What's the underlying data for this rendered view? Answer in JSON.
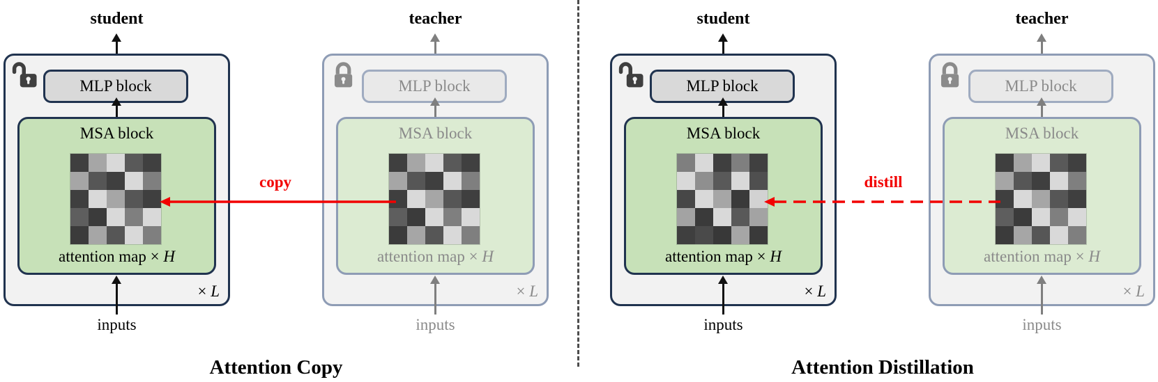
{
  "colors": {
    "student_border": "#20334f",
    "teacher_border": "#8e9cb5",
    "panel_fill": "#f2f2f2",
    "student_mlp_fill": "#d9d9d9",
    "teacher_mlp_fill": "#e9e9e9",
    "teacher_mlp_border": "#9fabc0",
    "student_msa_fill": "#c7e1b8",
    "teacher_msa_fill": "#dcebd2",
    "student_text": "#000000",
    "teacher_text": "#8a8a8a",
    "arrow_black": "#111111",
    "arrow_gray": "#7f7f7f",
    "red": "#f20000",
    "divider": "#4d4d4d",
    "student_lock": "#3f3f3f",
    "teacher_lock": "#8b8b8b"
  },
  "diagrams": [
    {
      "caption": "Attention Copy",
      "transfer_label": "copy",
      "transfer_style": "solid",
      "panels": [
        {
          "role_label": "student",
          "lock_state": "unlocked",
          "mlp_label": "MLP block",
          "msa_label": "MSA block",
          "attention_caption": "attention map × ",
          "heads_symbol": "H",
          "layers_prefix": "× ",
          "layers_symbol": "L",
          "inputs_label": "inputs",
          "attention_map": [
            [
              "#3f3f3f",
              "#a6a6a6",
              "#d9d9d9",
              "#595959",
              "#404040"
            ],
            [
              "#a6a6a6",
              "#565656",
              "#3f3f3f",
              "#d9d9d9",
              "#7f7f7f"
            ],
            [
              "#3f3f3f",
              "#d9d9d9",
              "#a6a6a6",
              "#565656",
              "#3f3f3f"
            ],
            [
              "#5e5e5e",
              "#3b3b3b",
              "#d9d9d9",
              "#7f7f7f",
              "#d9d9d9"
            ],
            [
              "#3b3b3b",
              "#a6a6a6",
              "#565656",
              "#d9d9d9",
              "#7f7f7f"
            ]
          ]
        },
        {
          "role_label": "teacher",
          "lock_state": "locked",
          "mlp_label": "MLP block",
          "msa_label": "MSA block",
          "attention_caption": "attention map × ",
          "heads_symbol": "H",
          "layers_prefix": "× ",
          "layers_symbol": "L",
          "inputs_label": "inputs",
          "attention_map": [
            [
              "#3f3f3f",
              "#a6a6a6",
              "#d9d9d9",
              "#595959",
              "#404040"
            ],
            [
              "#a6a6a6",
              "#565656",
              "#3f3f3f",
              "#d9d9d9",
              "#7f7f7f"
            ],
            [
              "#3f3f3f",
              "#d9d9d9",
              "#a6a6a6",
              "#565656",
              "#3f3f3f"
            ],
            [
              "#5e5e5e",
              "#3b3b3b",
              "#d9d9d9",
              "#7f7f7f",
              "#d9d9d9"
            ],
            [
              "#3b3b3b",
              "#a6a6a6",
              "#565656",
              "#d9d9d9",
              "#7f7f7f"
            ]
          ]
        }
      ]
    },
    {
      "caption": "Attention Distillation",
      "transfer_label": "distill",
      "transfer_style": "dashed",
      "panels": [
        {
          "role_label": "student",
          "lock_state": "unlocked",
          "mlp_label": "MLP block",
          "msa_label": "MSA block",
          "attention_caption": "attention map × ",
          "heads_symbol": "H",
          "layers_prefix": "× ",
          "layers_symbol": "L",
          "inputs_label": "inputs",
          "attention_map": [
            [
              "#7f7f7f",
              "#d9d9d9",
              "#3f3f3f",
              "#7f7f7f",
              "#404040"
            ],
            [
              "#d9d9d9",
              "#8f8f8f",
              "#595959",
              "#d9d9d9",
              "#4f4f4f"
            ],
            [
              "#474747",
              "#d9d9d9",
              "#a6a6a6",
              "#3a3a3a",
              "#d2d2d2"
            ],
            [
              "#a3a3a3",
              "#3a3a3a",
              "#d9d9d9",
              "#595959",
              "#a3a3a3"
            ],
            [
              "#3f3f3f",
              "#4a4a4a",
              "#383838",
              "#a6a6a6",
              "#3a3a3a"
            ]
          ]
        },
        {
          "role_label": "teacher",
          "lock_state": "locked",
          "mlp_label": "MLP block",
          "msa_label": "MSA block",
          "attention_caption": "attention map × ",
          "heads_symbol": "H",
          "layers_prefix": "× ",
          "layers_symbol": "L",
          "inputs_label": "inputs",
          "attention_map": [
            [
              "#3f3f3f",
              "#a6a6a6",
              "#d9d9d9",
              "#595959",
              "#404040"
            ],
            [
              "#a6a6a6",
              "#565656",
              "#3f3f3f",
              "#d9d9d9",
              "#7f7f7f"
            ],
            [
              "#3f3f3f",
              "#d9d9d9",
              "#a6a6a6",
              "#565656",
              "#3f3f3f"
            ],
            [
              "#5e5e5e",
              "#3b3b3b",
              "#d9d9d9",
              "#7f7f7f",
              "#d9d9d9"
            ],
            [
              "#3b3b3b",
              "#a6a6a6",
              "#565656",
              "#d9d9d9",
              "#7f7f7f"
            ]
          ]
        }
      ]
    }
  ]
}
